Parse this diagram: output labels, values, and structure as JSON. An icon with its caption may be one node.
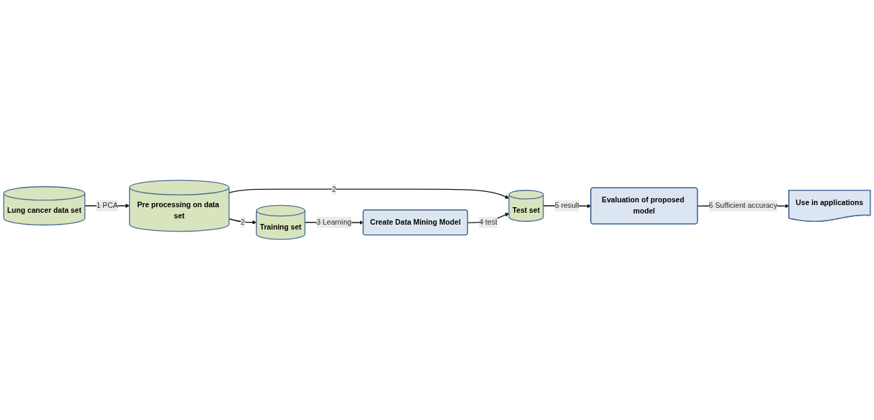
{
  "diagram": {
    "nodes": [
      {
        "text": [
          "Lung cancer data set"
        ]
      },
      {
        "text": [
          "Pre processing on data set"
        ]
      },
      {
        "text": [
          "Training set"
        ]
      },
      {
        "text": [
          "Test set"
        ]
      },
      {
        "text": [
          "Use in applications"
        ]
      },
      {
        "text": [
          "Create Data Mining Model"
        ]
      },
      {
        "text": [
          "Evaluation of proposed model"
        ]
      }
    ],
    "edges": [
      {
        "from": 0,
        "to": 1,
        "arrow": "to",
        "label": "1 PCA"
      },
      {
        "from": 1,
        "to": 2,
        "arrow": "to",
        "label": "2"
      },
      {
        "from": 1,
        "to": 3,
        "arrow": "to",
        "label": "2"
      },
      {
        "from": 2,
        "to": 5,
        "arrow": "to",
        "label": "3 Learning"
      },
      {
        "from": 5,
        "to": 3,
        "arrow": "to",
        "label": "4 test"
      },
      {
        "from": 3,
        "to": 6,
        "arrow": "to",
        "label": "5 result"
      },
      {
        "from": 6,
        "to": 4,
        "arrow": "to",
        "label": "6 Sufficient accuracy"
      }
    ]
  }
}
